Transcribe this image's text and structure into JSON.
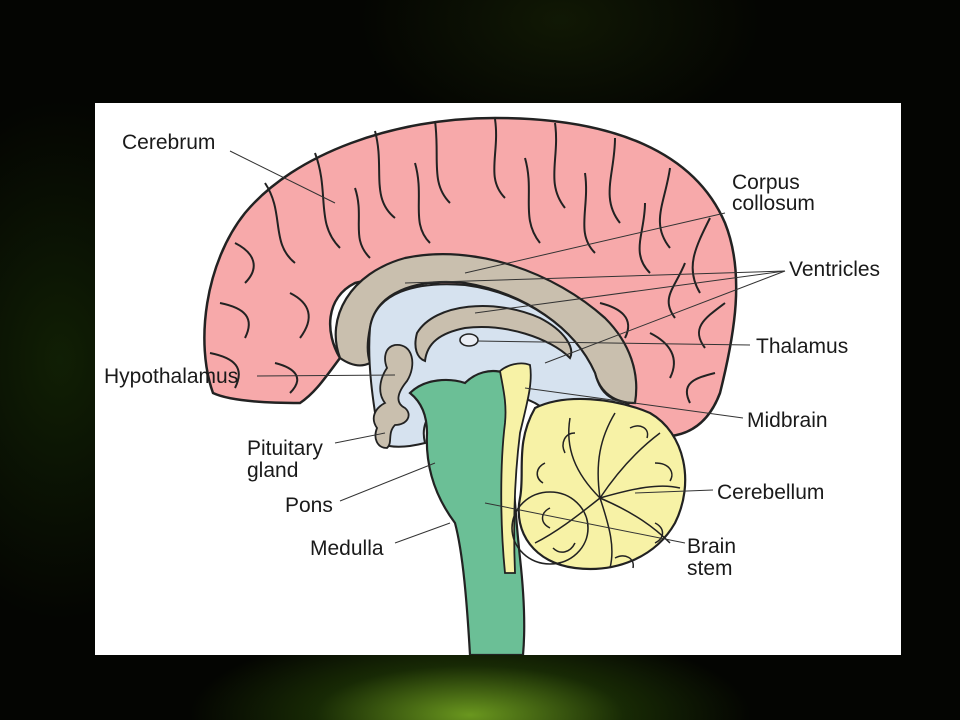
{
  "diagram": {
    "labels": {
      "cerebrum": "Cerebrum",
      "corpus_line1": "Corpus",
      "corpus_line2": "collosum",
      "ventricles": "Ventricles",
      "thalamus": "Thalamus",
      "hypothalamus": "Hypothalamus",
      "midbrain": "Midbrain",
      "pituitary_line1": "Pituitary",
      "pituitary_line2": "gland",
      "cerebellum": "Cerebellum",
      "pons": "Pons",
      "brainstem_line1": "Brain",
      "brainstem_line2": "stem",
      "medulla": "Medulla"
    },
    "colors": {
      "cerebrum": "#f7a9aa",
      "corpus_callosum": "#c9bfae",
      "ventricles": "#d6e2ef",
      "brainstem": "#6bbf96",
      "cerebellum": "#f7f2a6",
      "outline": "#222222",
      "background_accent": "#8cc828"
    }
  }
}
